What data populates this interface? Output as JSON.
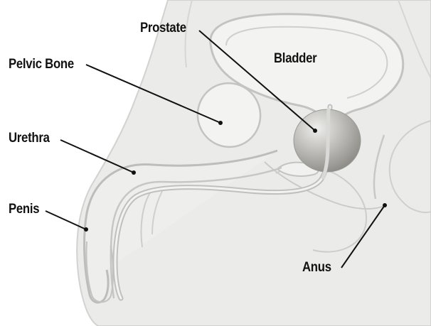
{
  "diagram": {
    "labels": {
      "prostate": "Prostate",
      "bladder": "Bladder",
      "pelvic_bone": "Pelvic Bone",
      "urethra": "Urethra",
      "penis": "Penis",
      "anus": "Anus"
    },
    "colors": {
      "background": "#ffffff",
      "body_fill": "#ebebe9",
      "organ_fill": "#f4f4f2",
      "outline": "#c5c5c3",
      "text": "#111111",
      "leader": "#111111"
    }
  }
}
